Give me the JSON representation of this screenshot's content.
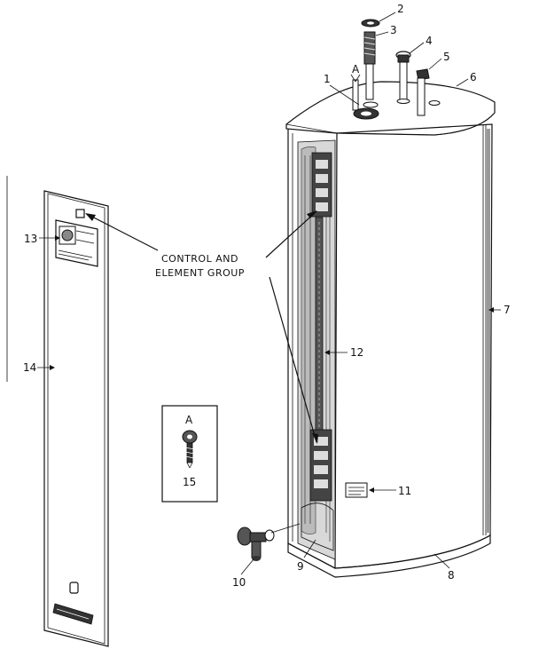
{
  "callouts": {
    "c1": "1",
    "c2": "2",
    "c3": "3",
    "c4": "4",
    "c5": "5",
    "c6": "6",
    "c7": "7",
    "c8": "8",
    "c9": "9",
    "c10": "10",
    "c11": "11",
    "c12": "12",
    "c13": "13",
    "c14": "14",
    "c15": "15"
  },
  "detail_letter_top": "A",
  "detail_letter_inset": "A",
  "group_label": {
    "line1": "CONTROL AND",
    "line2": "ELEMENT GROUP"
  }
}
